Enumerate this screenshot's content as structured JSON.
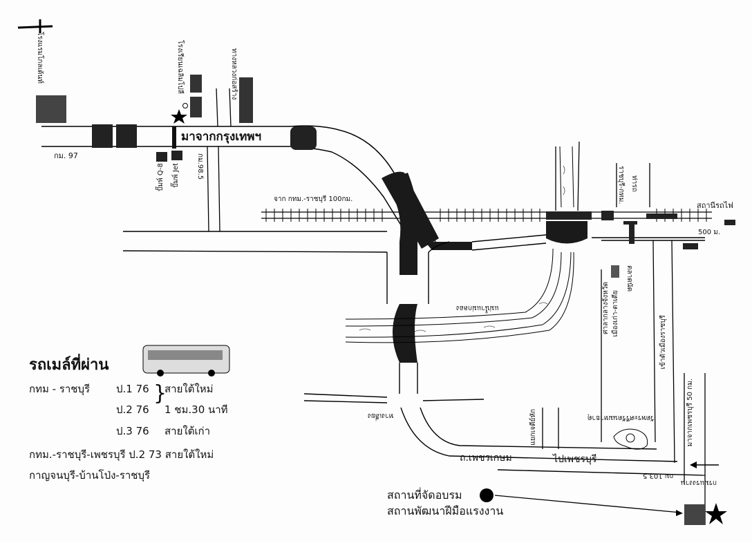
{
  "legend": {
    "title": "รถเมล์ที่ผ่าน",
    "rows": [
      {
        "route": "กทม - ราชบุรี",
        "bus": "ป.1 76",
        "note": "สายใต้ใหม่"
      },
      {
        "route": "",
        "bus": "ป.2 76",
        "note": "1 ชม.30 นาที"
      },
      {
        "route": "",
        "bus": "ป.3 76",
        "note": "สายใต้เก่า"
      }
    ],
    "line4": "กทม.-ราชบุรี-เพชรบุรี ป.2 73 สายใต้ใหม่",
    "line5": "กาญจนบุรี-บ้านโป่ง-ราชบุรี"
  },
  "venue": {
    "line1": "สถานที่จัดอบรม",
    "line2": "สถานพัฒนาฝีมือแรงงาน"
  },
  "labels": {
    "hotel": "โรงแรมโกลเด้นท์",
    "school": "โรงเรียนเฉลิมโปลี",
    "highway_dept": "ทางหลวงก่อสร้าง",
    "from_bangkok": "มาจากกรุงเทพฯ",
    "km97": "กม. 97",
    "km98_5": "กม.98.5",
    "pump_q8": "ปั๊มพ์ Q-8",
    "pump_jet": "ปั๊มพ์ Jet",
    "rail_from": "จาก กทม.-ราชบุรี 100กม.",
    "station": "สถานีรถไฟ",
    "dist500": "500 ม.",
    "ratchaburi_bkk": "ราชบุรี-กทม.",
    "bus_terminal": "ท่ารถ",
    "market": "ตลาดนัด",
    "town_hall": "ศาลากลางจังหวัด",
    "old_city": "เมืองเก่า-ตาเตีย",
    "city_entrance": "เข้าตัวเมืองราชบุรี",
    "river": "แม่น้ำแม่กลอง",
    "intersection": "แยกเจดีย์หัก",
    "phetkasem": "ถ.เพชรเกษม",
    "to_phetchaburi": "ไปเพชรบุรี",
    "km103_5": "กม.103.5",
    "to_phet50": "มาจากเพชรบุรี 50 กม.",
    "left_road": "ทางเลี่ยง",
    "wat": "วัดพระศรีรัตนมหาธาตุ",
    "labor_sign": "กรมแรงงาน"
  }
}
